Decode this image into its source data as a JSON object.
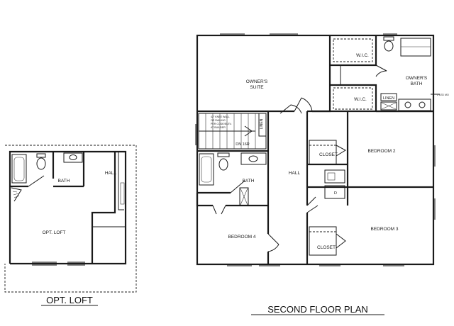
{
  "loft_plan": {
    "caption": "OPT. LOFT",
    "rooms": {
      "bath": "BATH",
      "hall": "HALL",
      "loft": "OPT. LOFT"
    }
  },
  "second_floor_plan": {
    "caption": "SECOND FLOOR PLAN",
    "rooms": {
      "owners_suite_line1": "OWNER'S",
      "owners_suite_line2": "SUITE",
      "wic_top": "W.I.C.",
      "wic_bottom": "W.I.C.",
      "owners_bath_line1": "OWNER'S",
      "owners_bath_line2": "BATH",
      "linen_suite": "LINEN",
      "linen_stair": "LINEN",
      "stair_direction": "DN 16R",
      "bath": "BATH",
      "hall": "HALL",
      "closet_bed2": "CLOSET",
      "bedroom2": "BEDROOM 2",
      "dryer": "D",
      "bedroom4": "BEDROOM 4",
      "bedroom3": "BEDROOM 3",
      "closet_bed3": "CLOSET"
    },
    "notes": {
      "led": "2 LED MO",
      "stair_rail_1": "42\" KNEE WALL",
      "stair_rail_2": "OR RAILING",
      "stair_rail_3": "PER CODE/ELEV.",
      "stair_rail_4": "AT BUILDER"
    }
  }
}
